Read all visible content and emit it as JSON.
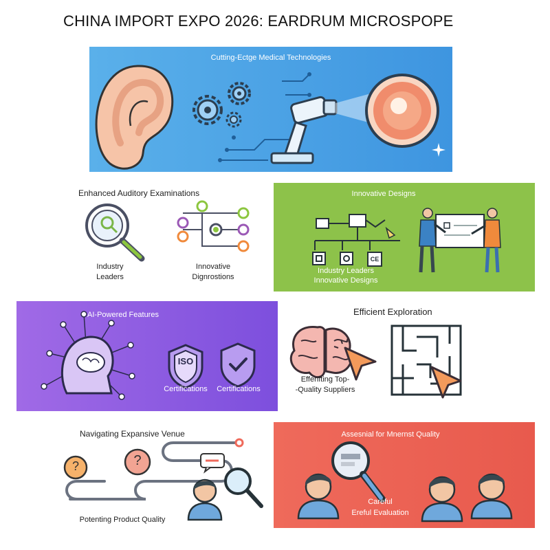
{
  "title": "CHINA IMPORT EXPO 2026: EARDRUM MICROSPOPE",
  "hero": {
    "caption": "Cutting-Ectge Medical Technologies"
  },
  "auditory": {
    "heading": "Enhanced Auditory Examinations",
    "left_label_1": "Industry",
    "left_label_2": "Leaders",
    "right_label_1": "Innovative",
    "right_label_2": "Dignrostions"
  },
  "innovative": {
    "heading": "Innovative Designs",
    "label_1": "Industry Leaders",
    "label_2": "Innovative Designs",
    "box_glyph_3": "CE"
  },
  "ai": {
    "heading": "AI-Powered Features",
    "badge_text": "ISO",
    "cert_label_1": "Certifications",
    "cert_label_2": "Certifications"
  },
  "efficient": {
    "heading": "Efficient Exploration",
    "label_1": "Effenfting Top-",
    "label_2": "-Quality Suppliers"
  },
  "venue": {
    "heading": "Navigating Expansive Venue",
    "footer": "Potenting Product Quality",
    "question_mark": "?"
  },
  "quality": {
    "heading": "Assesnial for Mnernst Quality",
    "label_1": "Careful",
    "label_2": "Ereful Evaluation"
  },
  "colors": {
    "hero_blue": "#4aa3e6",
    "green": "#8dc24a",
    "purple": "#8a5ae0",
    "red": "#ec6354",
    "orange": "#f08a3c"
  }
}
